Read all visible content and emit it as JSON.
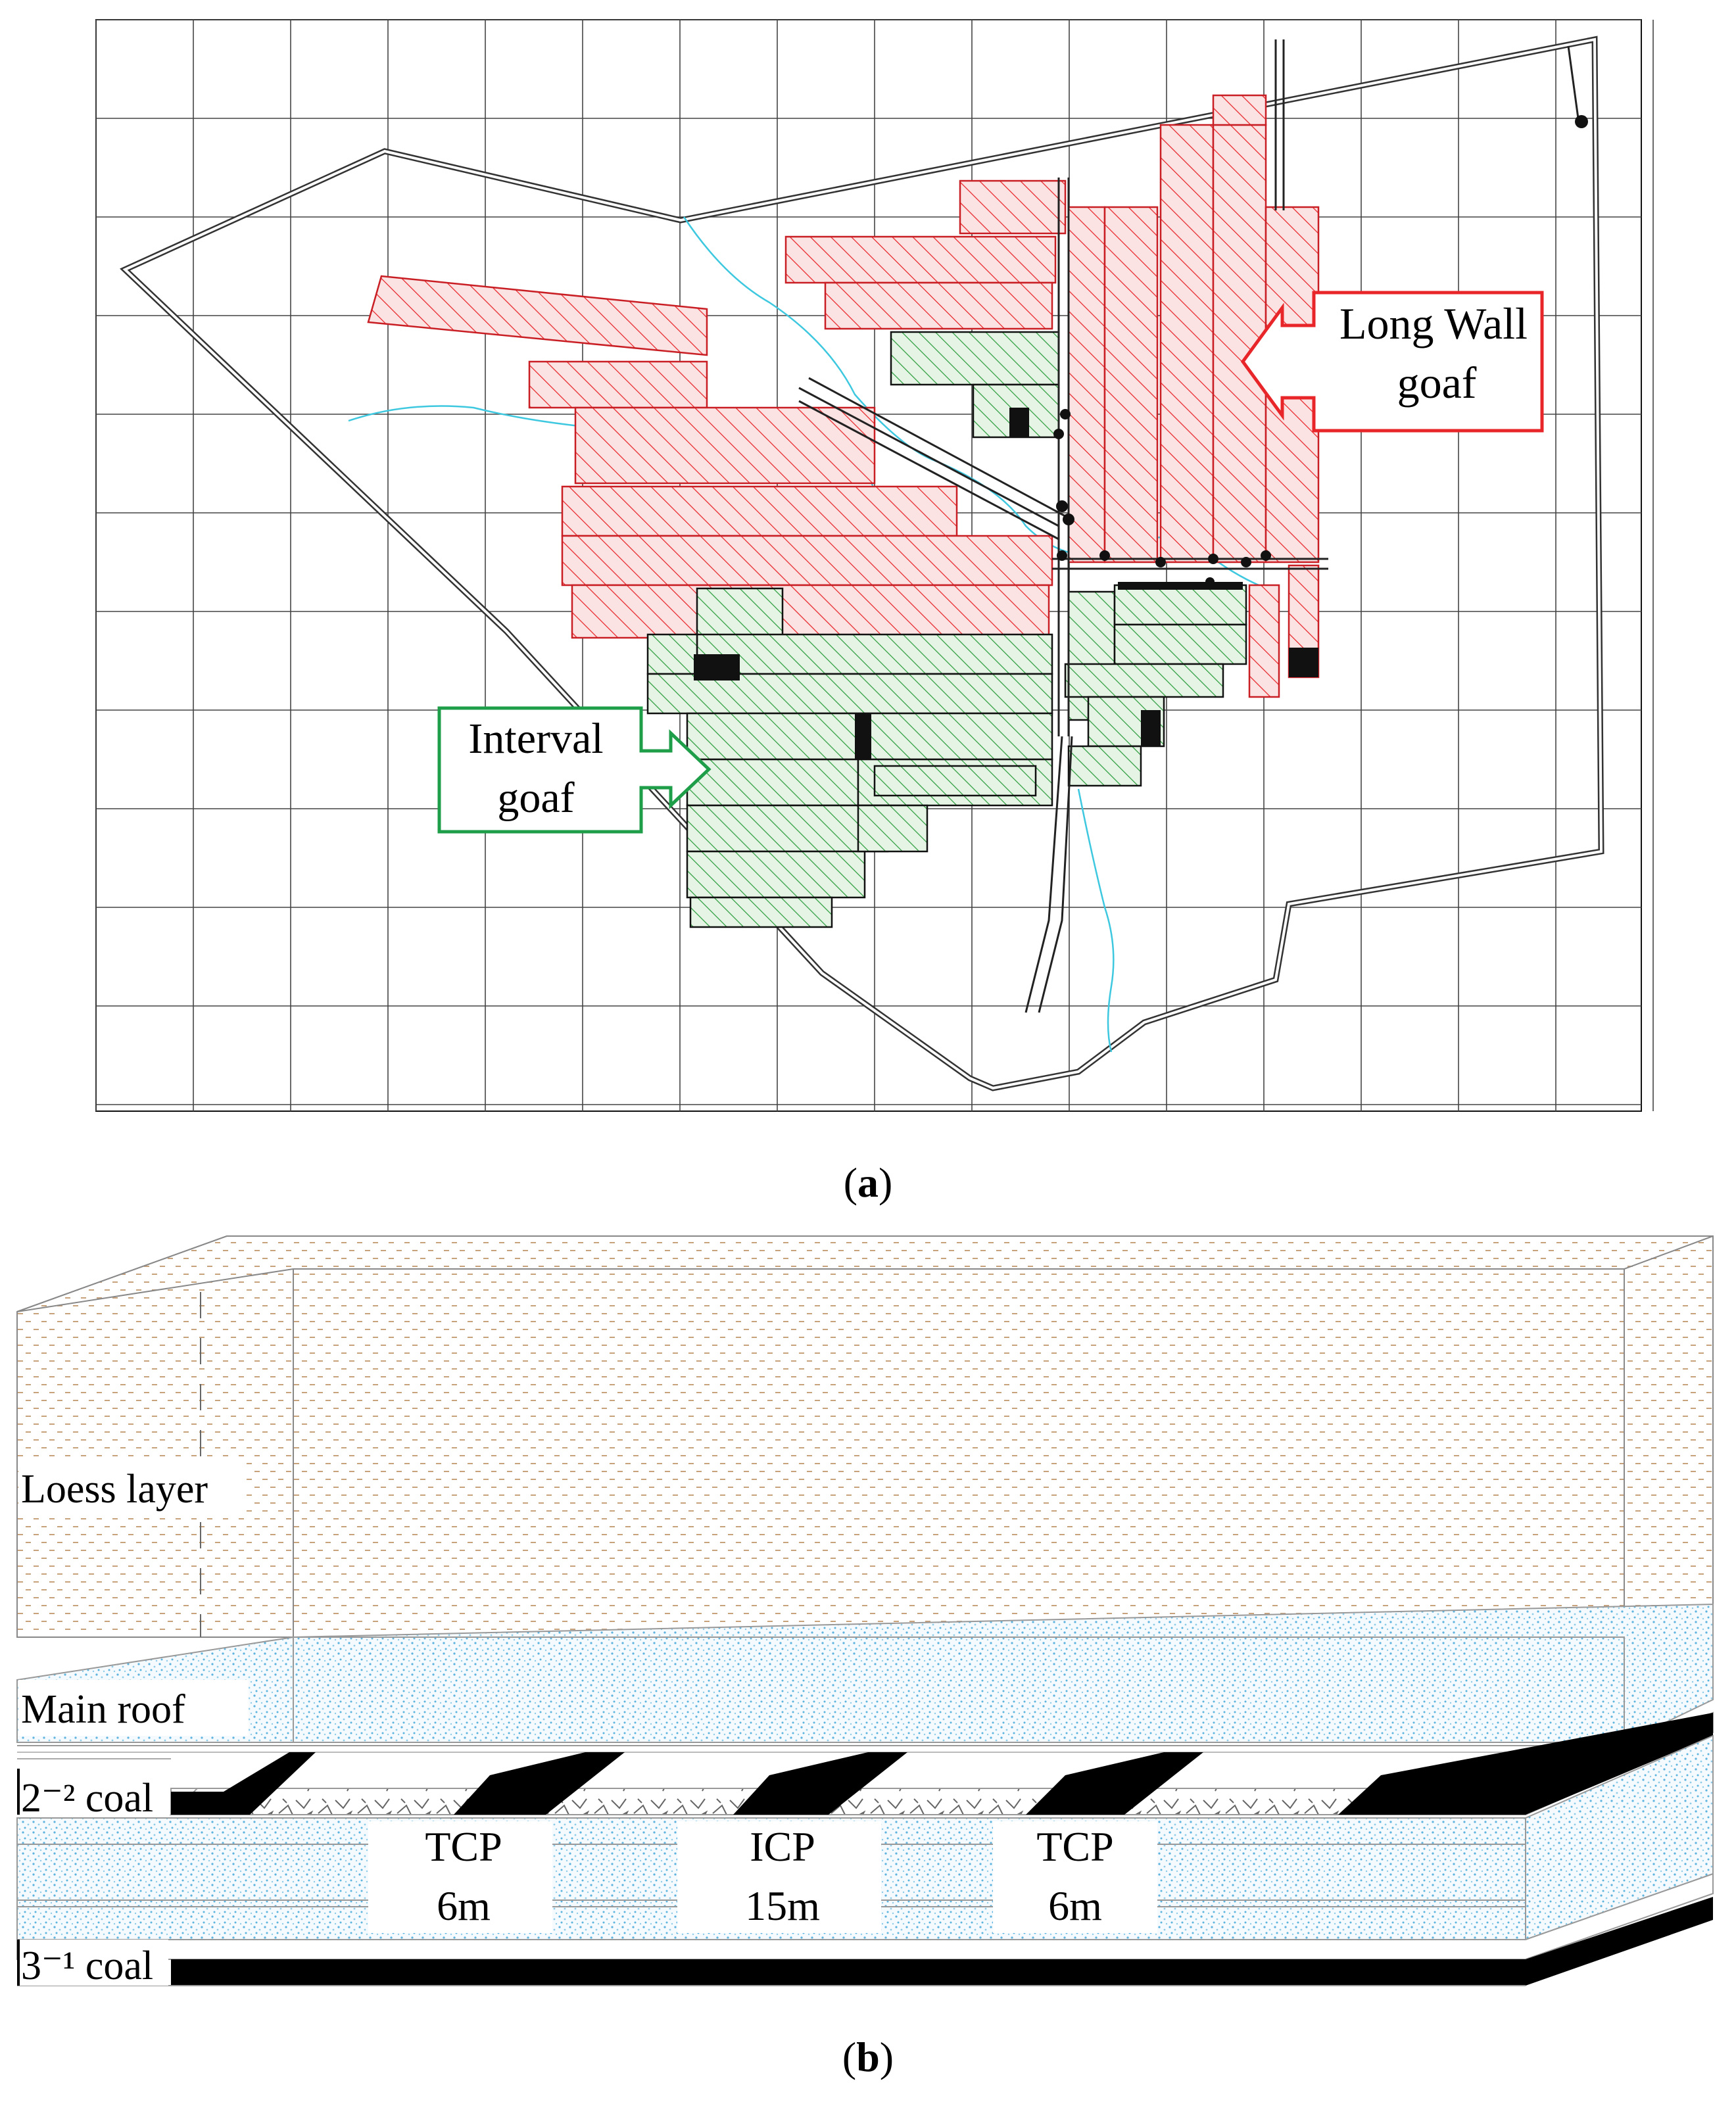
{
  "panel_a": {
    "caption": "a",
    "callout_longwall": {
      "line1": "Long Wall",
      "line2": "goaf",
      "color": "#e8262a"
    },
    "callout_interval": {
      "line1": "Interval",
      "line2": "goaf",
      "color": "#1f9e4a"
    }
  },
  "panel_b": {
    "caption": "b",
    "layers": {
      "loess": "Loess layer",
      "main_roof": "Main roof",
      "coal_upper": "2⁻² coal",
      "coal_lower": "3⁻¹ coal"
    },
    "pillars": [
      {
        "name": "TCP",
        "width": "6m"
      },
      {
        "name": "ICP",
        "width": "15m"
      },
      {
        "name": "TCP",
        "width": "6m"
      }
    ]
  },
  "colors": {
    "longwall_hatch": "#e8262a",
    "longwall_fill": "#fbe3e3",
    "interval_hatch": "#2e9e3e",
    "interval_fill": "#e3f3e3",
    "river": "#3ec8e0",
    "loess_dash": "#c8a27c",
    "roof_dots": "#5fb4df",
    "coal": "#000000"
  }
}
